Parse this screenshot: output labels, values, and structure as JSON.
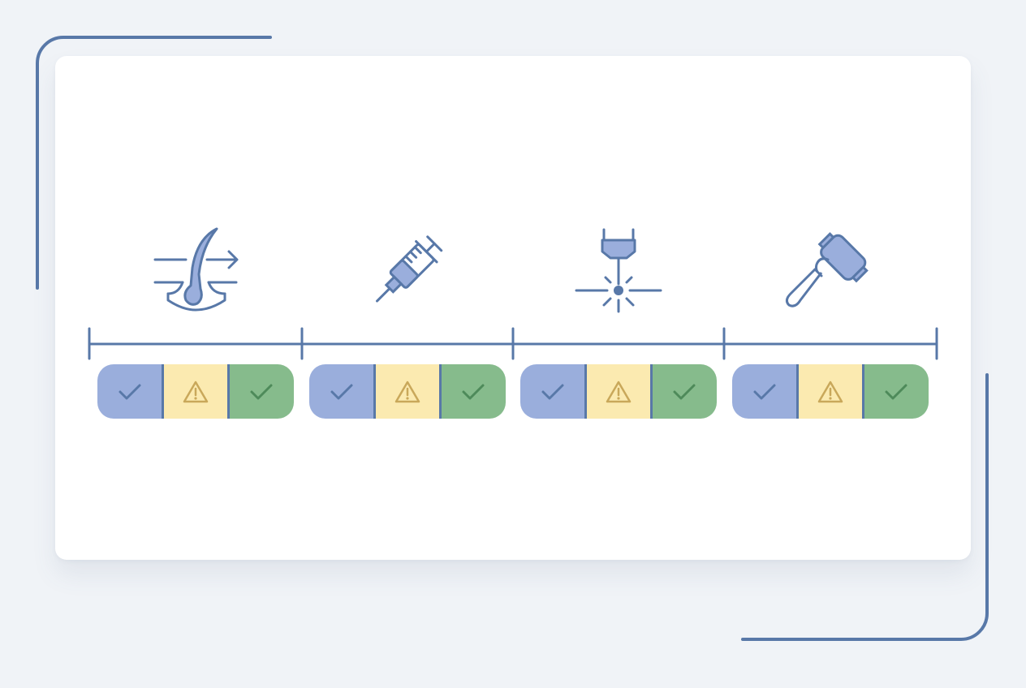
{
  "colors": {
    "background": "#f0f3f7",
    "card": "#ffffff",
    "stroke": "#5878a8",
    "icon_fill": "#9aaedc",
    "approved_blue": "#9aaedc",
    "caution_yellow": "#fbeab0",
    "caution_stroke": "#c9a85a",
    "approved_green": "#86bb8c",
    "green_stroke": "#4e8a5a"
  },
  "treatments": [
    {
      "icon": "hair-follicle-removal-icon",
      "statuses": [
        {
          "icon": "check-icon",
          "tone": "blue"
        },
        {
          "icon": "warning-icon",
          "tone": "yellow"
        },
        {
          "icon": "check-icon",
          "tone": "green"
        }
      ]
    },
    {
      "icon": "syringe-icon",
      "statuses": [
        {
          "icon": "check-icon",
          "tone": "blue"
        },
        {
          "icon": "warning-icon",
          "tone": "yellow"
        },
        {
          "icon": "check-icon",
          "tone": "green"
        }
      ]
    },
    {
      "icon": "laser-icon",
      "statuses": [
        {
          "icon": "check-icon",
          "tone": "blue"
        },
        {
          "icon": "warning-icon",
          "tone": "yellow"
        },
        {
          "icon": "check-icon",
          "tone": "green"
        }
      ]
    },
    {
      "icon": "derma-roller-icon",
      "statuses": [
        {
          "icon": "check-icon",
          "tone": "blue"
        },
        {
          "icon": "warning-icon",
          "tone": "yellow"
        },
        {
          "icon": "check-icon",
          "tone": "green"
        }
      ]
    }
  ]
}
